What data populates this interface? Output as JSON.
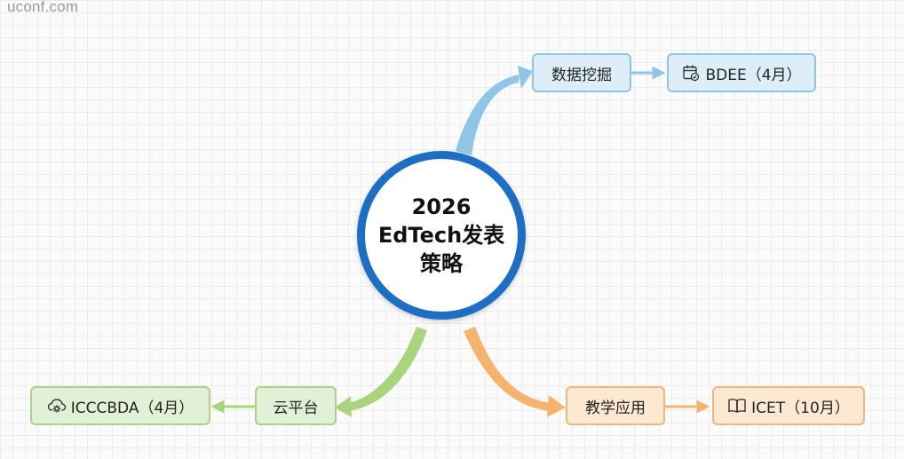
{
  "watermark": "uconf.com",
  "central_topic": {
    "line1": "2026",
    "line2": "EdTech发表",
    "line3": "策略"
  },
  "branches": {
    "data_mining": {
      "label": "数据挖掘",
      "conference": "BDEE（4月）",
      "icon": "calendar-check-icon",
      "color": "#8fc6e8"
    },
    "teaching_application": {
      "label": "教学应用",
      "conference": "ICET（10月）",
      "icon": "open-book-icon",
      "color": "#f2b679"
    },
    "cloud_platform": {
      "label": "云平台",
      "conference": "ICCCBDA（4月）",
      "icon": "cloud-gear-icon",
      "color": "#a9d48a"
    }
  },
  "colors": {
    "center_border": "#1e6fc4",
    "blue_branch": "#8fc6e8",
    "orange_branch": "#f5b36e",
    "green_branch": "#a7d47c"
  }
}
